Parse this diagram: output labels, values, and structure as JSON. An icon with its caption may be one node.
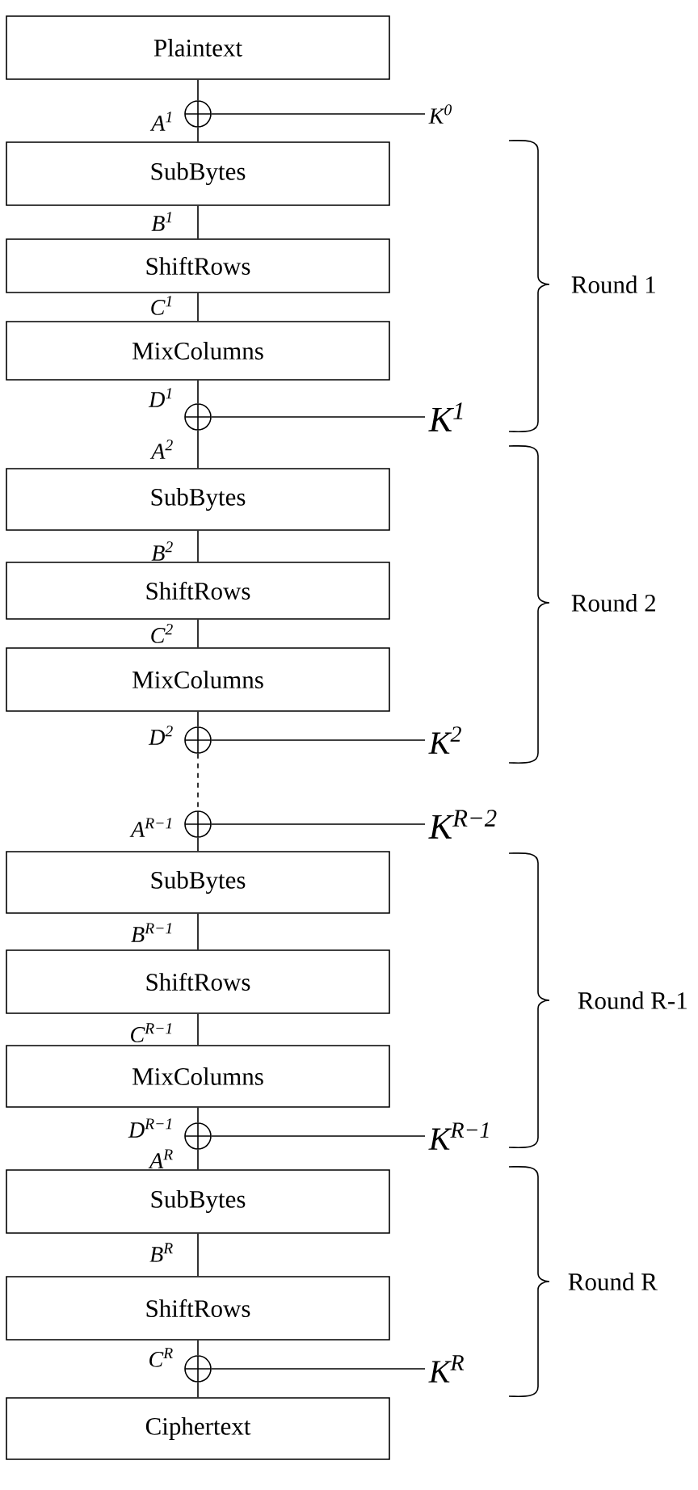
{
  "diagram": {
    "nodes": [
      {
        "text": [
          "Plaintext"
        ]
      },
      {
        "text": [],
        "shape": "circle"
      },
      {
        "text": [
          "K$^{0}$"
        ]
      },
      {
        "text": [
          "SubBytes"
        ]
      },
      {
        "text": [
          "ShiftRows"
        ]
      },
      {
        "text": [
          "MixColumns"
        ]
      },
      {
        "text": [],
        "shape": "circle"
      },
      {
        "text": [
          "K$^{1}$"
        ]
      },
      {
        "text": [
          "SubBytes"
        ]
      },
      {
        "text": [
          "ShiftRows"
        ]
      },
      {
        "text": [
          "MixColumns"
        ]
      },
      {
        "text": [],
        "shape": "circle"
      },
      {
        "text": [
          "K$^{2}$"
        ]
      },
      {
        "text": [],
        "shape": "circle"
      },
      {
        "text": [
          "K$^{R−2}$"
        ]
      },
      {
        "text": [
          "SubBytes"
        ]
      },
      {
        "text": [
          "ShiftRows"
        ]
      },
      {
        "text": [
          "MixColumns"
        ]
      },
      {
        "text": [],
        "shape": "circle"
      },
      {
        "text": [
          "K$^{R−1}$"
        ]
      },
      {
        "text": [
          "SubBytes"
        ]
      },
      {
        "text": [
          "ShiftRows"
        ]
      },
      {
        "text": [],
        "shape": "circle"
      },
      {
        "text": [
          "K$^{R}$"
        ]
      },
      {
        "text": [
          "Ciphertext"
        ]
      }
    ],
    "edges": [
      {
        "from": 0,
        "to": 1,
        "arrow": "none"
      },
      {
        "from": 2,
        "to": 1,
        "arrow": "none"
      },
      {
        "from": 1,
        "to": 3,
        "arrow": "none",
        "label": "A$^{1}$"
      },
      {
        "from": 3,
        "to": 4,
        "arrow": "none",
        "label": "B$^{1}$"
      },
      {
        "from": 4,
        "to": 5,
        "arrow": "none",
        "label": "C$^{1}$"
      },
      {
        "from": 5,
        "to": 6,
        "arrow": "none",
        "label": "D$^{1}$"
      },
      {
        "from": 7,
        "to": 6,
        "arrow": "none"
      },
      {
        "from": 6,
        "to": 8,
        "arrow": "none",
        "label": "A$^{2}$"
      },
      {
        "from": 8,
        "to": 9,
        "arrow": "none",
        "label": "B$^{2}$"
      },
      {
        "from": 9,
        "to": 10,
        "arrow": "none",
        "label": "C$^{2}$"
      },
      {
        "from": 10,
        "to": 11,
        "arrow": "none",
        "label": "D$^{2}$"
      },
      {
        "from": 12,
        "to": 11,
        "arrow": "none"
      },
      {
        "from": 11,
        "to": 13,
        "arrow": "none",
        "style": "dashed"
      },
      {
        "from": 14,
        "to": 13,
        "arrow": "none"
      },
      {
        "from": 13,
        "to": 15,
        "arrow": "none",
        "label": "A$^{R−1}$"
      },
      {
        "from": 15,
        "to": 16,
        "arrow": "none",
        "label": "B$^{R−1}$"
      },
      {
        "from": 16,
        "to": 17,
        "arrow": "none",
        "label": "C$^{R−1}$"
      },
      {
        "from": 17,
        "to": 18,
        "arrow": "none",
        "label": "D$^{R−1}$"
      },
      {
        "from": 19,
        "to": 18,
        "arrow": "none"
      },
      {
        "from": 18,
        "to": 20,
        "arrow": "none",
        "label": "A$^{R}$"
      },
      {
        "from": 20,
        "to": 21,
        "arrow": "none",
        "label": "B$^{R}$"
      },
      {
        "from": 21,
        "to": 22,
        "arrow": "none",
        "label": "C$^{R}$"
      },
      {
        "from": 23,
        "to": 22,
        "arrow": "none"
      },
      {
        "from": 22,
        "to": 24,
        "arrow": "none"
      }
    ],
    "labels": [
      "Round 1",
      "Round 2",
      "Round R-1",
      "Round R"
    ]
  }
}
